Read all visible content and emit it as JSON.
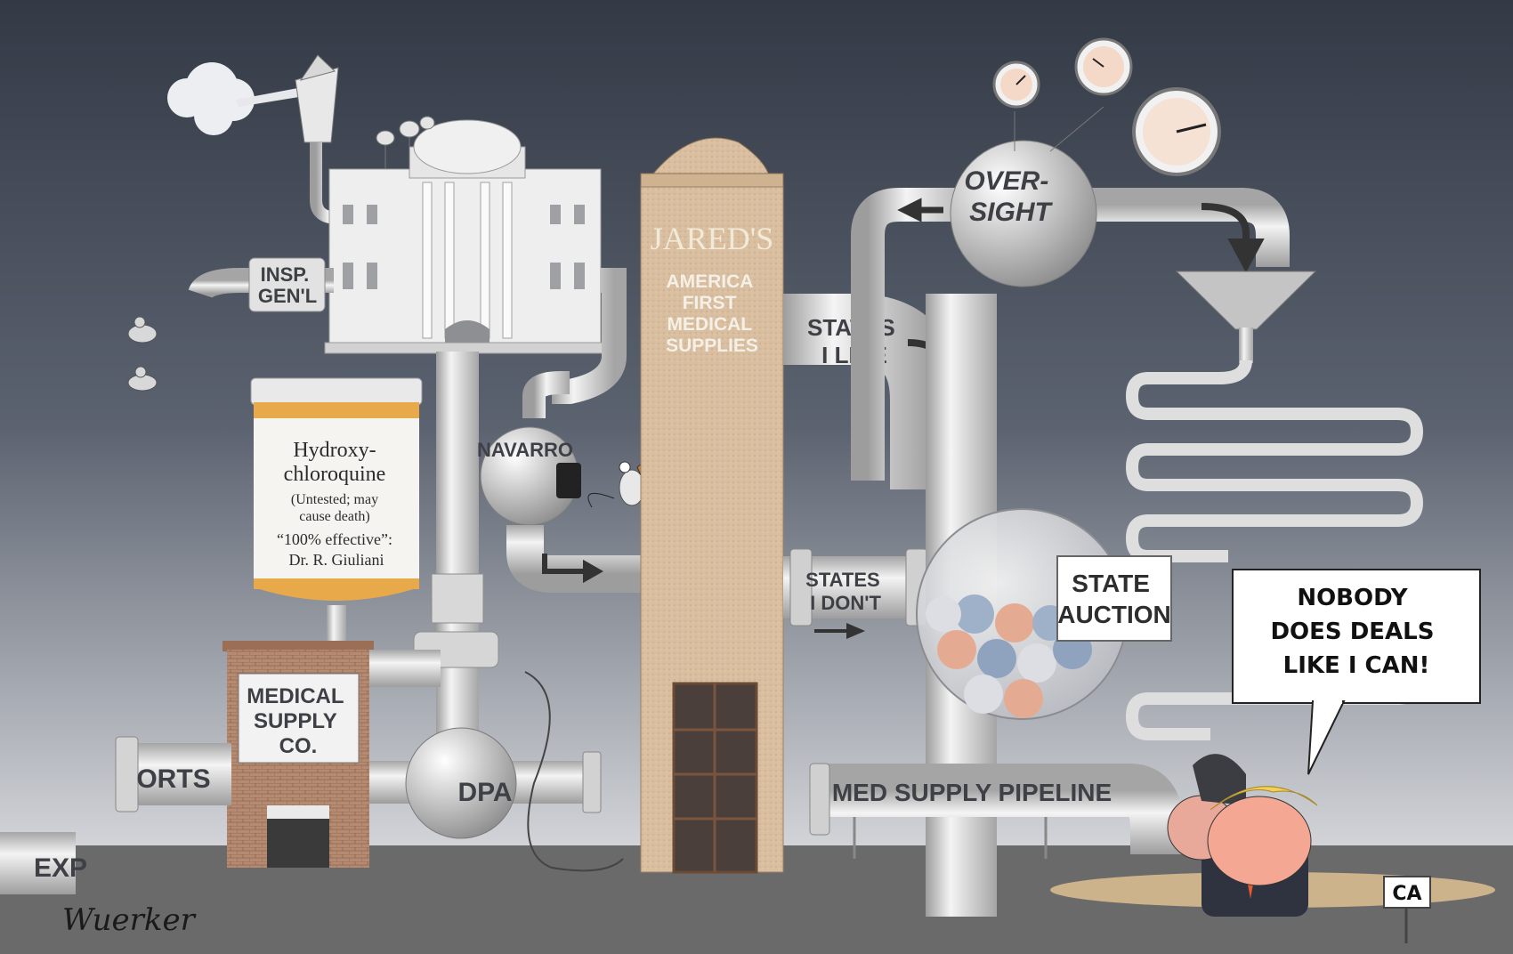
{
  "sky": {
    "top": "#353c48",
    "bottom": "#c9ccd2"
  },
  "colors": {
    "pipe": "#dcdcdc",
    "pipe_shadow": "#a8a8a8",
    "brick": "#b0836a",
    "tower": "#d9bfa0",
    "ground": "#6e6e6e",
    "pill_blue": "#8fa2bc",
    "pill_red": "#e0a58c"
  },
  "labels": {
    "insp_gen": [
      "INSP.",
      "GEN'L"
    ],
    "bottle": [
      "Hydroxy-",
      "chloroquine",
      "(Untested; may",
      "cause death)",
      "“100% effective”:",
      "Dr. R. Giuliani"
    ],
    "navarro": "NAVARRO",
    "medical_supply": [
      "MEDICAL",
      "SUPPLY",
      "CO."
    ],
    "orts": "ORTS",
    "exp": "EXP",
    "dpa": "DPA",
    "jareds": "JARED'S",
    "jareds_sub": [
      "AMERICA",
      "FIRST",
      "MEDICAL",
      "SUPPLIES"
    ],
    "states_like": [
      "STATES",
      "I LIKE"
    ],
    "states_dont": [
      "STATES",
      "I DON'T"
    ],
    "oversight": [
      "OVER-",
      "SIGHT"
    ],
    "state_auction": [
      "STATE",
      "AUCTION"
    ],
    "pipeline": "MED SUPPLY PIPELINE",
    "speech": [
      "NOBODY",
      "DOES DEALS",
      "LIKE I CAN!"
    ],
    "sign_ca": "CA",
    "signature": "Wuerker"
  },
  "icons": [
    "rocket-smokestack",
    "satellite-dish",
    "pressure-gauge",
    "mouse",
    "bird",
    "funnel",
    "arrow"
  ]
}
